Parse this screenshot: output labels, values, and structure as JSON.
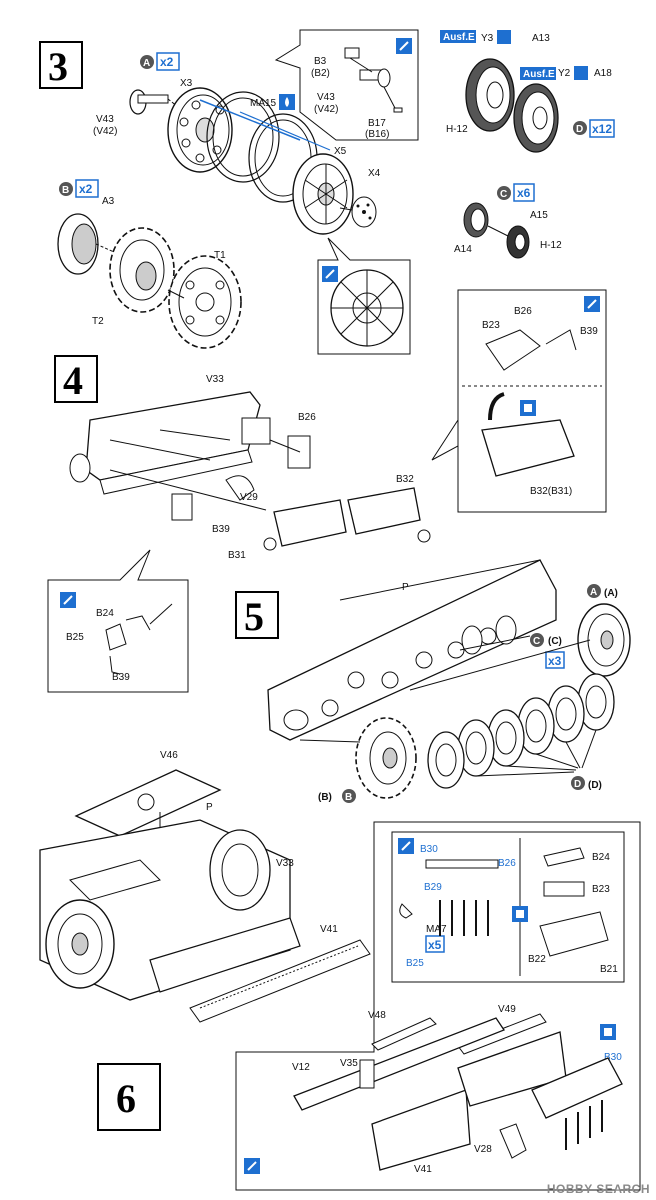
{
  "steps": {
    "s3": "3",
    "s4": "4",
    "s5": "5",
    "s6": "6"
  },
  "step3": {
    "sub_a": "A",
    "qty_a": "x2",
    "x3": "X3",
    "v43": "V43",
    "v42": "(V42)",
    "ma15": "MA15",
    "x5": "X5",
    "x4": "X4",
    "b3": "B3",
    "b2": "(B2)",
    "v43b": "V43",
    "v42b": "(V42)",
    "b17": "B17",
    "b16": "(B16)",
    "sub_b": "B",
    "qty_b": "x2",
    "a3": "A3",
    "t1": "T1",
    "t2": "T2",
    "ausf1": "Ausf.E",
    "y3": "Y3",
    "a13": "A13",
    "ausf2": "Ausf.E",
    "y2": "Y2",
    "a18": "A18",
    "h1233a": "H-12",
    "sub_d": "D",
    "qty_d": "x12",
    "sub_c": "C",
    "qty_c": "x6",
    "a15": "A15",
    "a14": "A14",
    "h1233b": "H-12"
  },
  "step4": {
    "v33": "V33",
    "b26": "B26",
    "v29": "V29",
    "b32": "B32",
    "b39": "B39",
    "b31": "B31",
    "in_b23": "B23",
    "in_b26": "B26",
    "in_b39": "B39",
    "in_b32": "B32(B31)",
    "in2_b24": "B24",
    "in2_b25": "B25",
    "in2_b39": "B39"
  },
  "step5": {
    "p": "P",
    "aa": "A",
    "aa2": "(A)",
    "cc": "C",
    "cc2": "(C)",
    "qty3": "x3",
    "bb": "(B)",
    "bb2": "B",
    "dd": "D",
    "dd2": "(D)"
  },
  "step6": {
    "v46": "V46",
    "p": "P",
    "v33": "V33",
    "v41": "V41",
    "b30": "B30",
    "b26": "B26",
    "b29": "B29",
    "ma7": "MA7",
    "qty5": "x5",
    "b25": "B25",
    "b24": "B24",
    "b23": "B23",
    "b22": "B22",
    "b21": "B21",
    "v48": "V48",
    "v49": "V49",
    "v35": "V35",
    "v12": "V12",
    "v28": "V28",
    "v41b": "V41",
    "b30b": "B30"
  },
  "watermark": "HOBBY SEARCH",
  "colors": {
    "accent": "#1e6fd0",
    "line": "#111111"
  }
}
